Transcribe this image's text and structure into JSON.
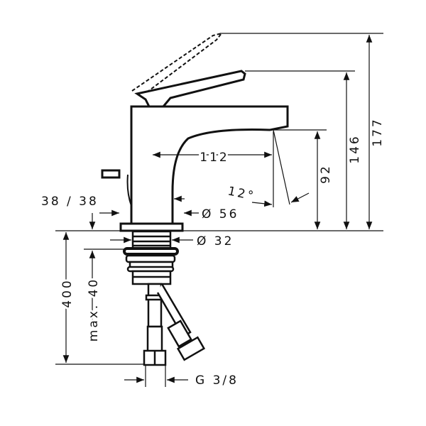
{
  "drawing": {
    "title": "Basin mixer dimension drawing",
    "dimensions": {
      "spout_reach": "112",
      "swivel_angle": "12°",
      "spout_height": "92",
      "lever_height": "146",
      "total_height": "177",
      "deck_thickness": "38 / 38",
      "base_diameter": "Ø 56",
      "thread_diameter": "Ø 32",
      "hose_length": "400",
      "max_deck": "max. 40",
      "connection": "G 3/8"
    }
  }
}
